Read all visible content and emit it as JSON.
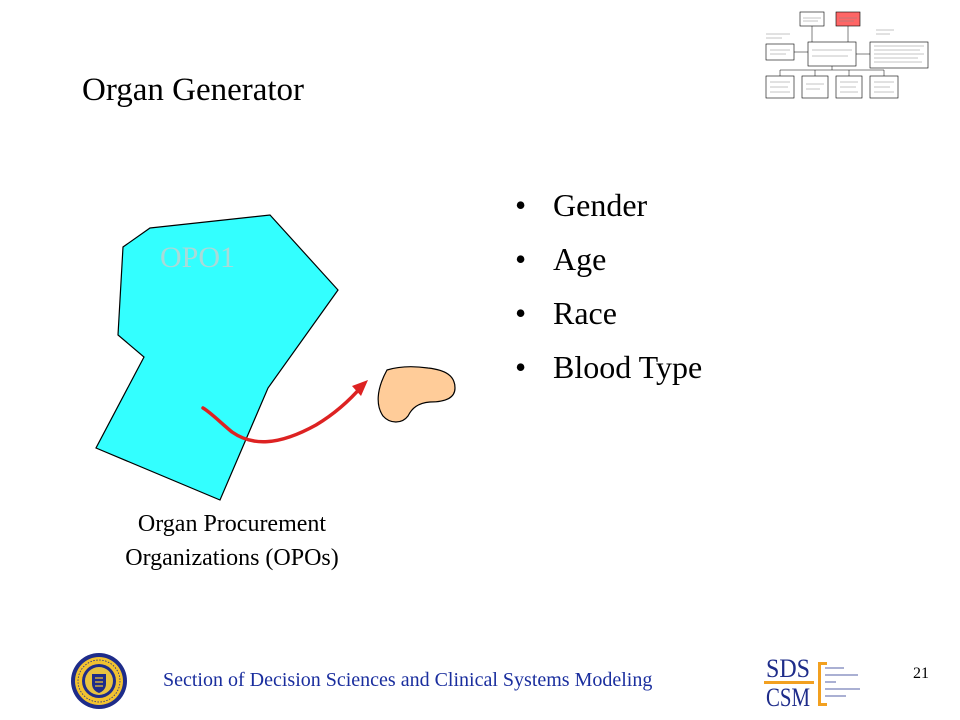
{
  "slide": {
    "title": "Organ Generator",
    "page_number": "21"
  },
  "bullets": {
    "marker": "•",
    "items": [
      {
        "label": "Gender"
      },
      {
        "label": "Age"
      },
      {
        "label": "Race"
      },
      {
        "label": "Blood Type"
      }
    ]
  },
  "figure": {
    "region_label": "OPO1",
    "caption_line1": "Organ Procurement",
    "caption_line2": "Organizations (OPOs)"
  },
  "footer": {
    "text": "Section of Decision Sciences and Clinical Systems Modeling"
  },
  "logo": {
    "sds": "SDS",
    "csm": "CSM"
  },
  "colors": {
    "region_fill": "#33ffff",
    "region_label": "#aadad8",
    "arrow": "#dd2222",
    "organ_fill": "#ffcc99",
    "footer_text": "#1a2e9e",
    "flowchart_highlight": "#ff6666"
  }
}
